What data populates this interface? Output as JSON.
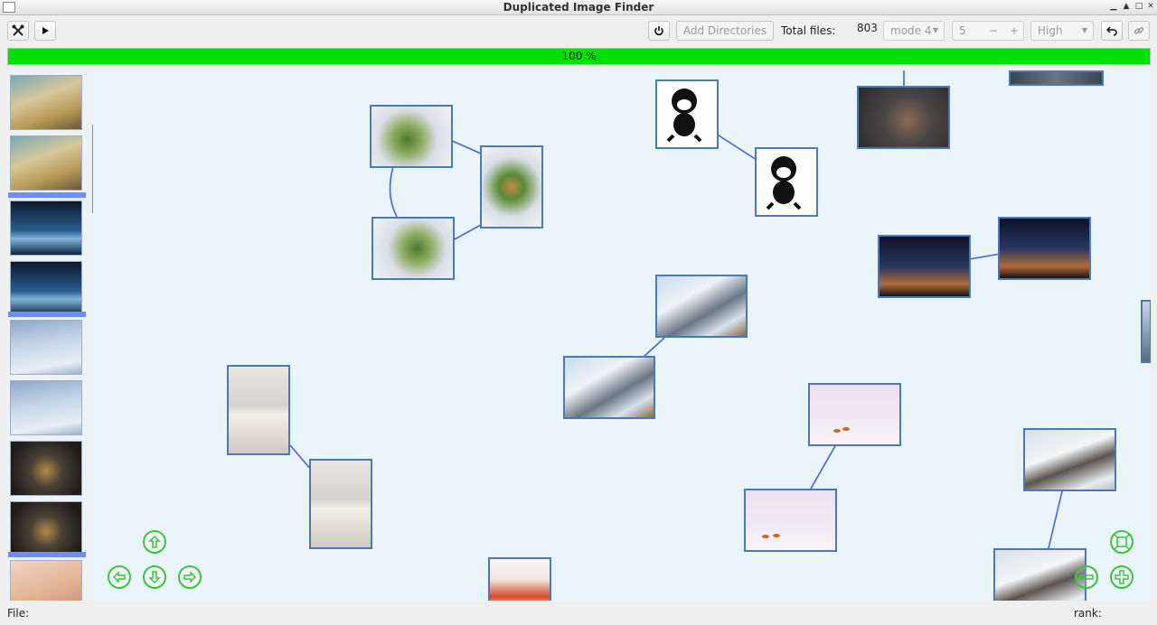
{
  "window": {
    "title": "Duplicated Image Finder"
  },
  "toolbar": {
    "settings_icon": "tools-icon",
    "play_icon": "play-icon",
    "refresh_icon": "power-icon",
    "add_directories_label": "Add Directories",
    "total_files_label": "Total files:",
    "total_files_value": "803",
    "mode_value": "mode 4",
    "spin_value": "5",
    "spin_minus": "−",
    "spin_plus": "+",
    "quality_value": "High",
    "undo_icon": "undo-icon",
    "link_icon": "link-icon"
  },
  "progress": {
    "label": "100 %",
    "percent": 100,
    "color": "#00e000"
  },
  "statusbar": {
    "file_label": "File:",
    "rank_label": "rank:"
  },
  "colors": {
    "accent": "#6f8ef2",
    "edge": "#4a5fe0",
    "node_border": "#4e78b3",
    "nav": "#3fc23f",
    "canvas": "#eaf4fb"
  }
}
